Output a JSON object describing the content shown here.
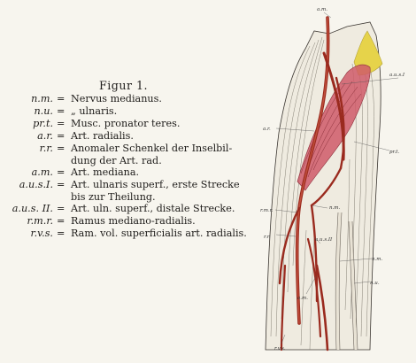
{
  "figure_title": "Figur 1.",
  "legend": [
    {
      "abbr": "n.m.",
      "desc": "Nervus medianus.",
      "desc2": ""
    },
    {
      "abbr": "n.u.",
      "desc": "„ ulnaris.",
      "desc2": ""
    },
    {
      "abbr": "pr.t.",
      "desc": "Musc. pronator teres.",
      "desc2": ""
    },
    {
      "abbr": "a.r.",
      "desc": "Art. radialis.",
      "desc2": ""
    },
    {
      "abbr": "r.r.",
      "desc": "Anomaler Schenkel der Inselbil-",
      "desc2": "dung der Art. rad."
    },
    {
      "abbr": "a.m.",
      "desc": "Art. mediana.",
      "desc2": ""
    },
    {
      "abbr": "a.u.s.I.",
      "desc": "Art. ulnaris superf., erste Strecke",
      "desc2": "bis zur Theilung."
    },
    {
      "abbr": "a.u.s. II.",
      "desc": "Art. uln. superf., distale Strecke.",
      "desc2": ""
    },
    {
      "abbr": "r.m.r.",
      "desc": "Ramus mediano-radialis.",
      "desc2": ""
    },
    {
      "abbr": "r.v.s.",
      "desc": "Ram. vol. superficialis art. radialis.",
      "desc2": ""
    }
  ],
  "figure_labels": {
    "top": "a.m.",
    "right_top": "a.u.s.I",
    "right_mid": "pr.t.",
    "left_mid": "a.r.",
    "left_rmr": "r.m.r.",
    "nm_mid": "n.m.",
    "left_rr": "r.r.",
    "aus2": "a.u.s.II",
    "nm_low": "n.m.",
    "am_low": "a.m.",
    "nu": "n.u.",
    "bottom": "r.v.s."
  },
  "colors": {
    "artery": "#9a2a1e",
    "muscle": "#cf5a68",
    "tendon": "#e6d34a",
    "line": "#3a3530"
  }
}
